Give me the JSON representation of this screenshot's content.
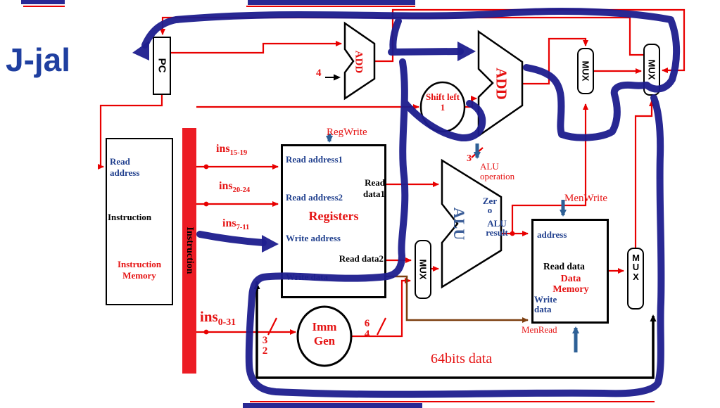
{
  "title": "J-jal",
  "pc": {
    "label": "PC"
  },
  "instruction_memory": {
    "read_address": "Read address",
    "instruction_out": "Instruction",
    "title": "Instruction Memory"
  },
  "instruction_bar": {
    "label": "Instruction"
  },
  "registers": {
    "control": "RegWrite",
    "read_address1": "Read address1",
    "read_data1": "Read data1",
    "read_address2": "Read address2",
    "title": "Registers",
    "write_address": "Write address",
    "read_data2": "Read data2",
    "write_data": "Write data"
  },
  "adders": {
    "add_small": "ADD",
    "add_big": "ADD",
    "increment": "4"
  },
  "shift": {
    "label": "Shift left 1"
  },
  "alu": {
    "label": "ALU",
    "zero": "Zero",
    "result": "ALU result",
    "op_width": "3",
    "operation": "ALU operation"
  },
  "mux": {
    "label": "MUX"
  },
  "data_memory": {
    "address": "address",
    "read_data": "Read data",
    "title": "Data Memory",
    "write_data": "Write data",
    "men_write": "MenWrite",
    "men_read": "MenRead"
  },
  "imm_gen": {
    "label": "Imm Gen"
  },
  "ins_fields": [
    {
      "base": "ins",
      "sub": "15-19"
    },
    {
      "base": "ins",
      "sub": "20-24"
    },
    {
      "base": "ins",
      "sub": "7-11"
    },
    {
      "base": "ins",
      "sub": "0-31"
    }
  ],
  "bus_widths": {
    "w32": "32",
    "w64": "64"
  },
  "notes": {
    "bits": "64bits data"
  },
  "colors": {
    "wire": "#e80000",
    "annotation": "#1d1d8e",
    "label_blue": "#21408e",
    "label_red": "#e51313"
  }
}
